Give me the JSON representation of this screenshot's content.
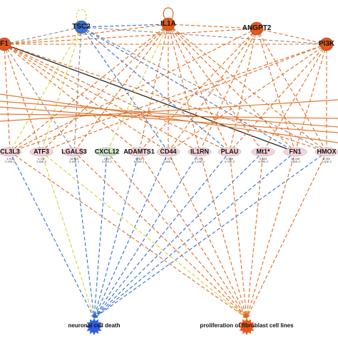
{
  "colors": {
    "up": "#e8561a",
    "down": "#3a6fd8",
    "unknown": "#d8d020",
    "inconsistent": "#e8561a",
    "direct": "#222222",
    "gray": "#8a8a8a",
    "blue_edge": "#2f6fd0",
    "yellow_edge": "#d6cf33",
    "orange_edge": "#e06b1f"
  },
  "regulators": [
    {
      "id": "f1",
      "label": "F1",
      "state": "up"
    },
    {
      "id": "tsc2",
      "label": "TSC2",
      "state": "down"
    },
    {
      "id": "il1a",
      "label": "IL1A",
      "state": "up"
    },
    {
      "id": "angpt2",
      "label": "ANGPT2",
      "state": "up"
    },
    {
      "id": "pi3k",
      "label": "PI3K",
      "state": "up"
    }
  ],
  "targets": [
    {
      "id": "cl3l3",
      "label": "CL3L3",
      "fold": "3.911",
      "pval": "2.29E-2"
    },
    {
      "id": "atf3",
      "label": "ATF3",
      "fold": "4.787",
      "pval": "1.80E-2"
    },
    {
      "id": "lgals3",
      "label": "LGALS3",
      "fold": "18.820",
      "pval": "3.34E-2"
    },
    {
      "id": "cxcl12",
      "label": "CXCL12",
      "fold": "-2.207",
      "pval": "3.81E-2"
    },
    {
      "id": "adamts1",
      "label": "ADAMTS1",
      "fold": "5.561",
      "pval": "8.62E-3"
    },
    {
      "id": "cd44",
      "label": "CD44",
      "fold": "3.370",
      "pval": "3.60E-2"
    },
    {
      "id": "il1rn",
      "label": "IL1RN",
      "fold": "4.372",
      "pval": "3.19E-2"
    },
    {
      "id": "plau",
      "label": "PLAU",
      "fold": "4.680",
      "pval": "4.76E-2"
    },
    {
      "id": "mt1",
      "label": "Mt1*",
      "fold": "3.183",
      "pval": "4.59E-2"
    },
    {
      "id": "fn1",
      "label": "FN1",
      "fold": "15.436",
      "pval": "1.86E-2"
    },
    {
      "id": "hmox",
      "label": "HMOX",
      "fold": "6.350",
      "pval": "1.82E-2"
    }
  ],
  "functions": [
    {
      "id": "neuronal",
      "label": "neuronal cell death",
      "state": "down"
    },
    {
      "id": "prolif",
      "label": "proliferation of fibroblast cell lines",
      "state": "up"
    }
  ],
  "legend": {},
  "edges_reg_to_target": [
    [
      "f1",
      "cl3l3",
      "orange_edge"
    ],
    [
      "f1",
      "atf3",
      "orange_edge"
    ],
    [
      "f1",
      "lgals3",
      "gray"
    ],
    [
      "f1",
      "adamts1",
      "orange_edge"
    ],
    [
      "f1",
      "cd44",
      "orange_edge"
    ],
    [
      "f1",
      "il1rn",
      "orange_edge"
    ],
    [
      "f1",
      "plau",
      "orange_edge"
    ],
    [
      "f1",
      "fn1",
      "direct"
    ],
    [
      "f1",
      "hmox",
      "orange_edge"
    ],
    [
      "tsc2",
      "cl3l3",
      "yellow_edge"
    ],
    [
      "tsc2",
      "atf3",
      "yellow_edge"
    ],
    [
      "tsc2",
      "lgals3",
      "gray"
    ],
    [
      "tsc2",
      "cd44",
      "blue_edge"
    ],
    [
      "tsc2",
      "plau",
      "blue_edge"
    ],
    [
      "tsc2",
      "fn1",
      "blue_edge"
    ],
    [
      "tsc2",
      "hmox",
      "gray"
    ],
    [
      "il1a",
      "cl3l3",
      "orange_edge"
    ],
    [
      "il1a",
      "atf3",
      "orange_edge"
    ],
    [
      "il1a",
      "lgals3",
      "orange_edge"
    ],
    [
      "il1a",
      "cxcl12",
      "yellow_edge"
    ],
    [
      "il1a",
      "adamts1",
      "orange_edge"
    ],
    [
      "il1a",
      "cd44",
      "orange_edge"
    ],
    [
      "il1a",
      "il1rn",
      "orange_edge"
    ],
    [
      "il1a",
      "plau",
      "orange_edge"
    ],
    [
      "il1a",
      "mt1",
      "orange_edge"
    ],
    [
      "il1a",
      "fn1",
      "orange_edge"
    ],
    [
      "il1a",
      "hmox",
      "orange_edge"
    ],
    [
      "angpt2",
      "cl3l3",
      "orange_edge"
    ],
    [
      "angpt2",
      "adamts1",
      "orange_edge"
    ],
    [
      "angpt2",
      "cd44",
      "orange_edge"
    ],
    [
      "angpt2",
      "il1rn",
      "orange_edge"
    ],
    [
      "angpt2",
      "plau",
      "orange_edge"
    ],
    [
      "angpt2",
      "fn1",
      "orange_edge"
    ],
    [
      "angpt2",
      "hmox",
      "orange_edge"
    ],
    [
      "pi3k",
      "cl3l3",
      "orange_edge"
    ],
    [
      "pi3k",
      "atf3",
      "orange_edge"
    ],
    [
      "pi3k",
      "cd44",
      "orange_edge"
    ],
    [
      "pi3k",
      "plau",
      "orange_edge"
    ],
    [
      "pi3k",
      "mt1",
      "orange_edge"
    ],
    [
      "pi3k",
      "fn1",
      "orange_edge"
    ],
    [
      "pi3k",
      "hmox",
      "orange_edge"
    ]
  ],
  "edges_reg_to_reg": [
    [
      "f1",
      "tsc2",
      "gray"
    ],
    [
      "f1",
      "il1a",
      "orange_edge"
    ],
    [
      "f1",
      "angpt2",
      "orange_edge"
    ],
    [
      "f1",
      "pi3k",
      "orange_edge"
    ],
    [
      "tsc2",
      "il1a",
      "blue_edge"
    ],
    [
      "il1a",
      "angpt2",
      "orange_edge"
    ],
    [
      "angpt2",
      "pi3k",
      "orange_edge"
    ],
    [
      "tsc2",
      "pi3k",
      "gray"
    ]
  ],
  "edges_target_to_fn": [
    [
      "cl3l3",
      "neuronal",
      "blue_edge"
    ],
    [
      "atf3",
      "neuronal",
      "yellow_edge"
    ],
    [
      "lgals3",
      "neuronal",
      "blue_edge"
    ],
    [
      "cxcl12",
      "neuronal",
      "blue_edge"
    ],
    [
      "adamts1",
      "neuronal",
      "blue_edge"
    ],
    [
      "cd44",
      "neuronal",
      "blue_edge"
    ],
    [
      "il1rn",
      "neuronal",
      "blue_edge"
    ],
    [
      "plau",
      "neuronal",
      "blue_edge"
    ],
    [
      "mt1",
      "neuronal",
      "blue_edge"
    ],
    [
      "fn1",
      "neuronal",
      "blue_edge"
    ],
    [
      "hmox",
      "neuronal",
      "blue_edge"
    ],
    [
      "cl3l3",
      "prolif",
      "orange_edge"
    ],
    [
      "atf3",
      "prolif",
      "yellow_edge"
    ],
    [
      "lgals3",
      "prolif",
      "orange_edge"
    ],
    [
      "cxcl12",
      "prolif",
      "orange_edge"
    ],
    [
      "adamts1",
      "prolif",
      "orange_edge"
    ],
    [
      "cd44",
      "prolif",
      "orange_edge"
    ],
    [
      "il1rn",
      "prolif",
      "orange_edge"
    ],
    [
      "plau",
      "prolif",
      "orange_edge"
    ],
    [
      "mt1",
      "prolif",
      "orange_edge"
    ],
    [
      "fn1",
      "prolif",
      "orange_edge"
    ],
    [
      "hmox",
      "prolif",
      "orange_edge"
    ]
  ]
}
